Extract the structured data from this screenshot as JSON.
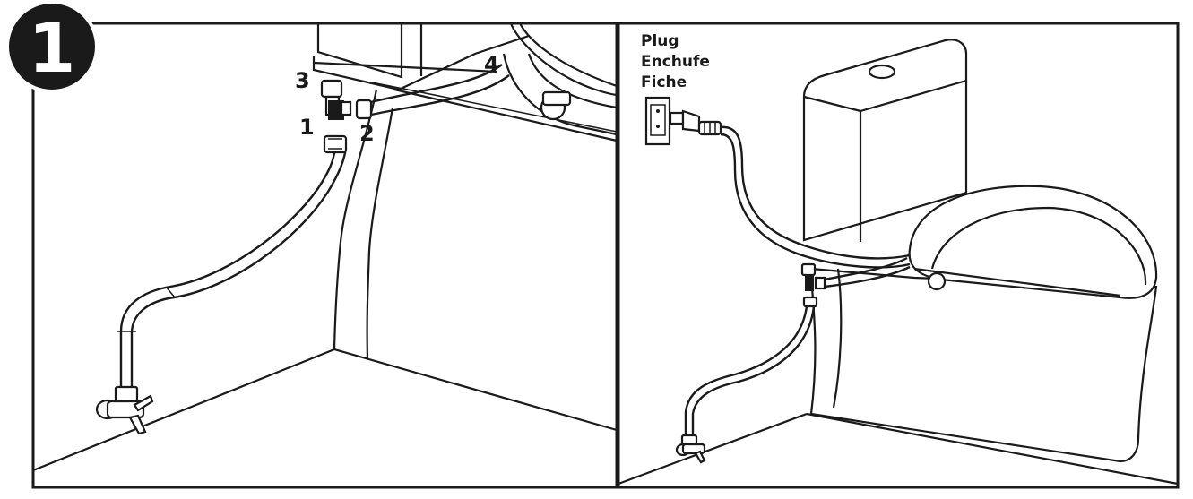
{
  "step": {
    "number": "1",
    "badge_color": "#1a1a1a",
    "number_color": "#ffffff"
  },
  "left_panel": {
    "callouts": [
      {
        "id": "1",
        "text": "1"
      },
      {
        "id": "2",
        "text": "2"
      },
      {
        "id": "3",
        "text": "3"
      },
      {
        "id": "4",
        "text": "4"
      }
    ]
  },
  "right_panel": {
    "plug_label_lines": [
      "Plug",
      "Enchufe",
      "Fiche"
    ]
  }
}
